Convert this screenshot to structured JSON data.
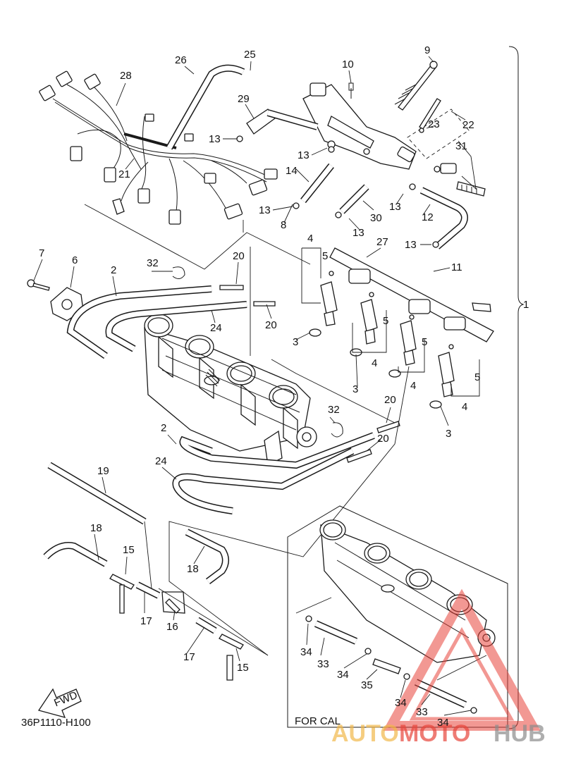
{
  "diagram": {
    "part_code": "36P1110-H100",
    "direction_label": "FWD",
    "inset_label": "FOR CAL",
    "assembly_bracket_label": "1",
    "callouts": [
      "2",
      "2",
      "3",
      "3",
      "3",
      "3",
      "4",
      "4",
      "4",
      "4",
      "5",
      "5",
      "5",
      "5",
      "6",
      "7",
      "8",
      "9",
      "10",
      "11",
      "12",
      "13",
      "13",
      "13",
      "13",
      "13",
      "13",
      "13",
      "14",
      "15",
      "15",
      "16",
      "17",
      "17",
      "18",
      "18",
      "19",
      "20",
      "20",
      "20",
      "20",
      "21",
      "22",
      "23",
      "24",
      "24",
      "25",
      "26",
      "27",
      "28",
      "29",
      "30",
      "31",
      "32",
      "32",
      "33",
      "33",
      "34",
      "34",
      "34",
      "34",
      "35"
    ]
  },
  "watermark": {
    "text_part1": "AUTO",
    "text_part2": "MOTO",
    "text_part3": "HUB",
    "color_red": "#e8453c",
    "color_gray": "#8c8c8c"
  }
}
